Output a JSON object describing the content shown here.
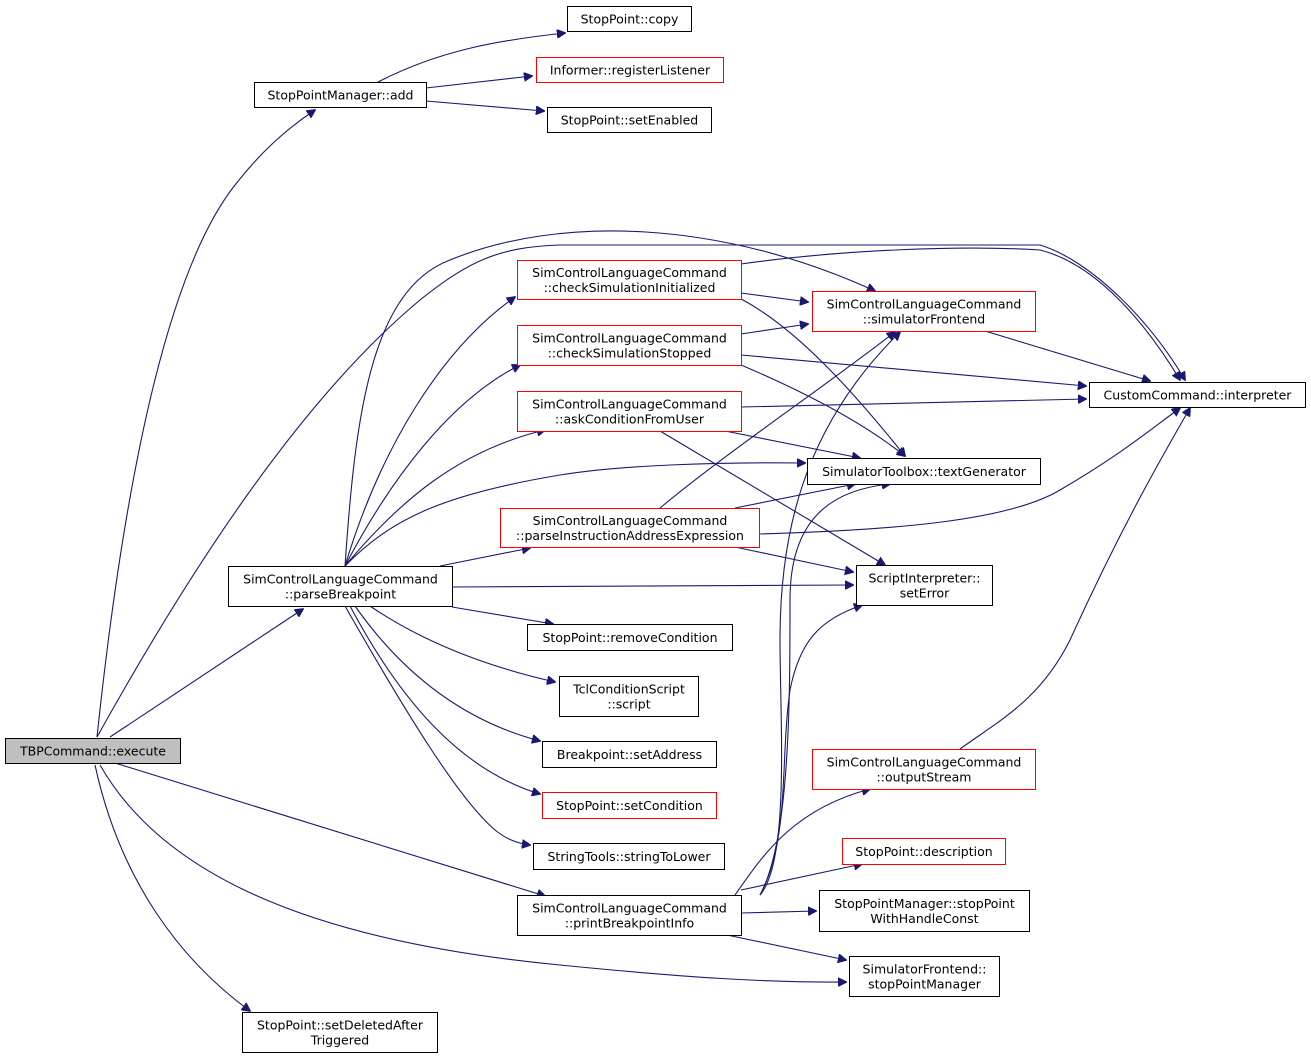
{
  "diagram": {
    "type": "call-graph",
    "colors": {
      "root_fill": "#bfbfbf",
      "normal_border": "#000000",
      "truncated_border": "#ff0000",
      "edge": "#191970"
    },
    "nodes": [
      {
        "id": "execute",
        "lines": [
          "TBPCommand::execute"
        ],
        "style": "root"
      },
      {
        "id": "spm_add",
        "lines": [
          "StopPointManager::add"
        ],
        "style": "normal"
      },
      {
        "id": "sp_copy",
        "lines": [
          "StopPoint::copy"
        ],
        "style": "normal"
      },
      {
        "id": "informer",
        "lines": [
          "Informer::registerListener"
        ],
        "style": "truncated"
      },
      {
        "id": "sp_setEnabled",
        "lines": [
          "StopPoint::setEnabled"
        ],
        "style": "normal"
      },
      {
        "id": "check_init",
        "lines": [
          "SimControlLanguageCommand",
          "::checkSimulationInitialized"
        ],
        "style": "truncated"
      },
      {
        "id": "sim_frontend",
        "lines": [
          "SimControlLanguageCommand",
          "::simulatorFrontend"
        ],
        "style": "truncated"
      },
      {
        "id": "check_stopped",
        "lines": [
          "SimControlLanguageCommand",
          "::checkSimulationStopped"
        ],
        "style": "truncated"
      },
      {
        "id": "interpreter",
        "lines": [
          "CustomCommand::interpreter"
        ],
        "style": "normal"
      },
      {
        "id": "ask_cond",
        "lines": [
          "SimControlLanguageCommand",
          "::askConditionFromUser"
        ],
        "style": "truncated"
      },
      {
        "id": "text_gen",
        "lines": [
          "SimulatorToolbox::textGenerator"
        ],
        "style": "normal"
      },
      {
        "id": "parse_instr",
        "lines": [
          "SimControlLanguageCommand",
          "::parseInstructionAddressExpression"
        ],
        "style": "truncated"
      },
      {
        "id": "parse_bp",
        "lines": [
          "SimControlLanguageCommand",
          "::parseBreakpoint"
        ],
        "style": "normal"
      },
      {
        "id": "set_error",
        "lines": [
          "ScriptInterpreter::",
          "setError"
        ],
        "style": "normal"
      },
      {
        "id": "remove_cond",
        "lines": [
          "StopPoint::removeCondition"
        ],
        "style": "normal"
      },
      {
        "id": "tcl_script",
        "lines": [
          "TclConditionScript",
          "::script"
        ],
        "style": "normal"
      },
      {
        "id": "set_address",
        "lines": [
          "Breakpoint::setAddress"
        ],
        "style": "normal"
      },
      {
        "id": "output_stream",
        "lines": [
          "SimControlLanguageCommand",
          "::outputStream"
        ],
        "style": "truncated"
      },
      {
        "id": "set_condition",
        "lines": [
          "StopPoint::setCondition"
        ],
        "style": "truncated"
      },
      {
        "id": "string_lower",
        "lines": [
          "StringTools::stringToLower"
        ],
        "style": "normal"
      },
      {
        "id": "sp_description",
        "lines": [
          "StopPoint::description"
        ],
        "style": "truncated"
      },
      {
        "id": "print_bp",
        "lines": [
          "SimControlLanguageCommand",
          "::printBreakpointInfo"
        ],
        "style": "normal"
      },
      {
        "id": "stoppoint_handle",
        "lines": [
          "StopPointManager::stopPoint",
          "WithHandleConst"
        ],
        "style": "normal"
      },
      {
        "id": "sp_manager",
        "lines": [
          "SimulatorFrontend::",
          "stopPointManager"
        ],
        "style": "normal"
      },
      {
        "id": "set_deleted",
        "lines": [
          "StopPoint::setDeletedAfter",
          "Triggered"
        ],
        "style": "normal"
      }
    ],
    "edges": [
      [
        "execute",
        "spm_add"
      ],
      [
        "execute",
        "interpreter"
      ],
      [
        "execute",
        "parse_bp"
      ],
      [
        "execute",
        "print_bp"
      ],
      [
        "execute",
        "sp_manager"
      ],
      [
        "execute",
        "set_deleted"
      ],
      [
        "spm_add",
        "sp_copy"
      ],
      [
        "spm_add",
        "informer"
      ],
      [
        "spm_add",
        "sp_setEnabled"
      ],
      [
        "parse_bp",
        "check_init"
      ],
      [
        "parse_bp",
        "sim_frontend"
      ],
      [
        "parse_bp",
        "check_stopped"
      ],
      [
        "parse_bp",
        "ask_cond"
      ],
      [
        "parse_bp",
        "text_gen"
      ],
      [
        "parse_bp",
        "parse_instr"
      ],
      [
        "parse_bp",
        "set_error"
      ],
      [
        "parse_bp",
        "remove_cond"
      ],
      [
        "parse_bp",
        "tcl_script"
      ],
      [
        "parse_bp",
        "set_address"
      ],
      [
        "parse_bp",
        "set_condition"
      ],
      [
        "parse_bp",
        "string_lower"
      ],
      [
        "check_init",
        "sim_frontend"
      ],
      [
        "check_init",
        "interpreter"
      ],
      [
        "check_init",
        "text_gen"
      ],
      [
        "check_stopped",
        "sim_frontend"
      ],
      [
        "check_stopped",
        "interpreter"
      ],
      [
        "check_stopped",
        "text_gen"
      ],
      [
        "ask_cond",
        "interpreter"
      ],
      [
        "ask_cond",
        "text_gen"
      ],
      [
        "ask_cond",
        "set_error"
      ],
      [
        "parse_instr",
        "sim_frontend"
      ],
      [
        "parse_instr",
        "text_gen"
      ],
      [
        "parse_instr",
        "interpreter"
      ],
      [
        "parse_instr",
        "set_error"
      ],
      [
        "sim_frontend",
        "interpreter"
      ],
      [
        "print_bp",
        "sim_frontend"
      ],
      [
        "print_bp",
        "text_gen"
      ],
      [
        "print_bp",
        "set_error"
      ],
      [
        "print_bp",
        "output_stream"
      ],
      [
        "print_bp",
        "sp_description"
      ],
      [
        "print_bp",
        "stoppoint_handle"
      ],
      [
        "print_bp",
        "sp_manager"
      ],
      [
        "output_stream",
        "interpreter"
      ]
    ]
  }
}
